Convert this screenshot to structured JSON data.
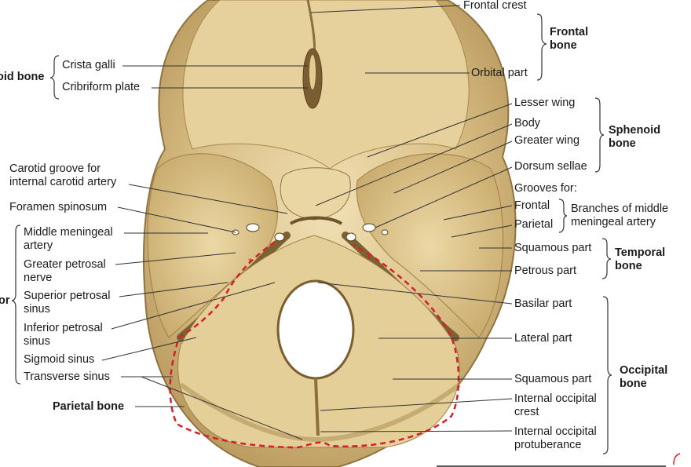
{
  "colors": {
    "bone": "#d9bf86",
    "bone_light": "#ecdcaf",
    "bone_dark": "#a98b52",
    "leader": "#333333",
    "dashed_outline": "#d3202a"
  },
  "icons": [
    "skull-base-illustration"
  ],
  "labels": {
    "frontal_crest": "Frontal crest",
    "frontal_bone": "Frontal\nbone",
    "orbital_part": "Orbital part",
    "ethmoid_bone": "oid bone",
    "crista_galli": "Crista galli",
    "cribriform_plate": "Cribriform plate",
    "lesser_wing": "Lesser wing",
    "body": "Body",
    "greater_wing": "Greater wing",
    "sphenoid_bone": "Sphenoid\nbone",
    "dorsum_sellae": "Dorsum sellae",
    "grooves_for": "Grooves for:",
    "frontal": "Frontal",
    "parietal": "Parietal",
    "branches_mma": "Branches of middle\nmeningeal artery",
    "carotid_groove": "Carotid groove for\ninternal carotid artery",
    "foramen_spinosum": "Foramen spinosum",
    "middle_meningeal_artery": "Middle meningeal\nartery",
    "greater_petrosal_nerve": "Greater petrosal\nnerve",
    "superior_petrosal_sinus": "Superior petrosal\nsinus",
    "inferior_petrosal_sinus": "Inferior petrosal\nsinus",
    "sigmoid_sinus": "Sigmoid sinus",
    "transverse_sinus": "Transverse sinus",
    "grooves_group_fragment": "or",
    "squamous_part_temporal": "Squamous part",
    "petrous_part": "Petrous part",
    "temporal_bone": "Temporal\nbone",
    "basilar_part": "Basilar part",
    "lateral_part": "Lateral part",
    "squamous_part_occipital": "Squamous part",
    "occipital_bone": "Occipital\nbone",
    "internal_occipital_crest": "Internal occipital\ncrest",
    "internal_occipital_protuberance": "Internal occipital\nprotuberance",
    "parietal_bone": "Parietal bone"
  }
}
